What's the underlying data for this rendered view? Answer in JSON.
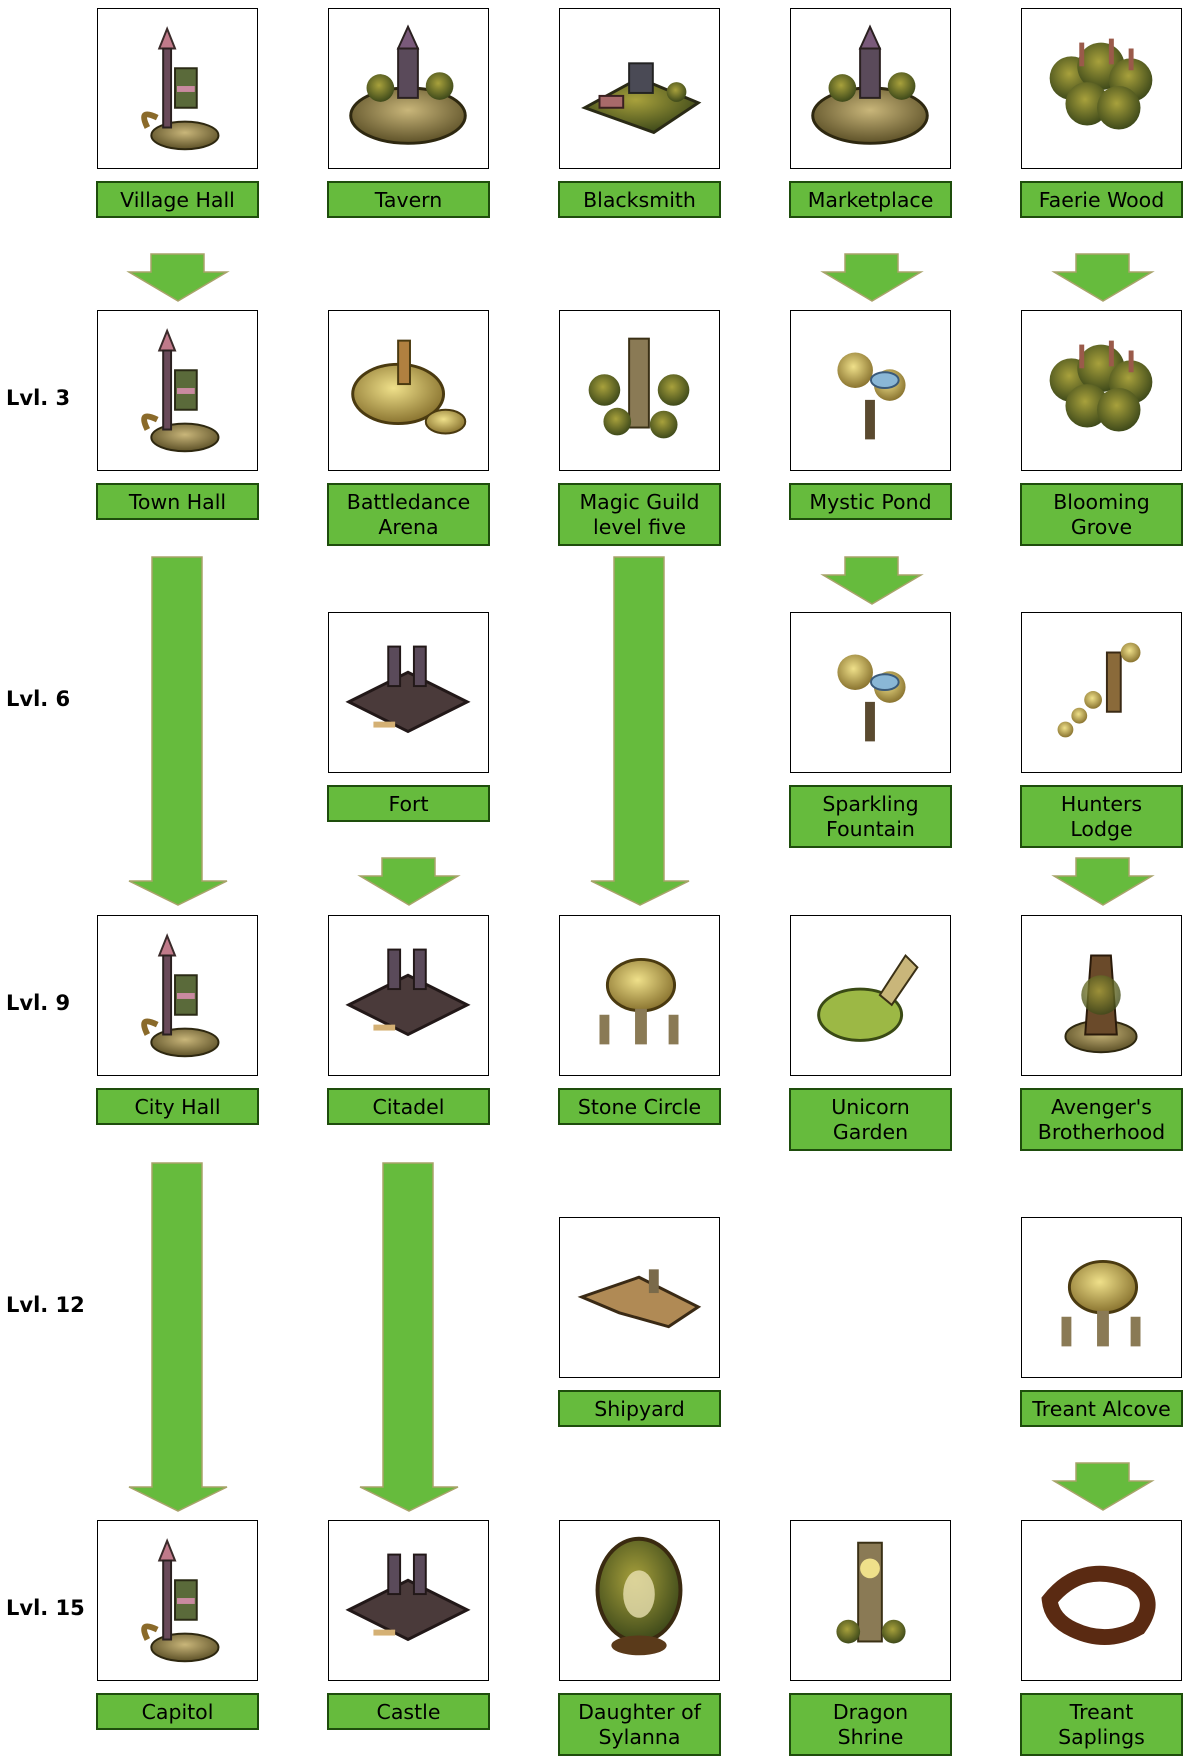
{
  "colors": {
    "arrow_fill": "#66bb3d",
    "arrow_stroke": "#a8a36a",
    "label_fill": "#66bb3d",
    "label_border": "#1e4d0c"
  },
  "levels": {
    "l3": "Lvl. 3",
    "l6": "Lvl. 6",
    "l9": "Lvl. 9",
    "l12": "Lvl. 12",
    "l15": "Lvl. 15"
  },
  "buildings": {
    "village_hall": "Village Hall",
    "tavern": "Tavern",
    "blacksmith": "Blacksmith",
    "marketplace": "Marketplace",
    "faerie_wood": "Faerie Wood",
    "town_hall": "Town Hall",
    "battledance_arena": "Battledance\nArena",
    "magic_guild": "Magic Guild\nlevel five",
    "mystic_pond": "Mystic Pond",
    "blooming_grove": "Blooming\nGrove",
    "fort": "Fort",
    "sparkling_fountain": "Sparkling\nFountain",
    "hunters_lodge": "Hunters\nLodge",
    "city_hall": "City Hall",
    "citadel": "Citadel",
    "stone_circle": "Stone Circle",
    "unicorn_garden": "Unicorn\nGarden",
    "avengers_brotherhood": "Avenger's\nBrotherhood",
    "shipyard": "Shipyard",
    "treant_alcove": "Treant Alcove",
    "capitol": "Capitol",
    "castle": "Castle",
    "daughter_of_sylanna": "Daughter of\nSylanna",
    "dragon_shrine": "Dragon\nShrine",
    "treant_saplings": "Treant\nSaplings"
  }
}
